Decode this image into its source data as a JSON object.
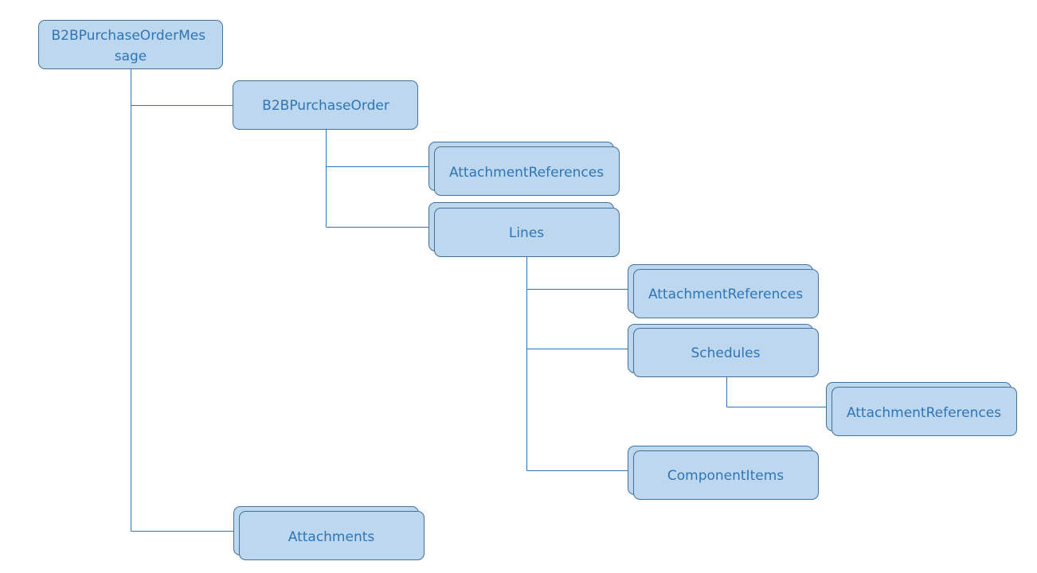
{
  "colors": {
    "box_fill": "#bdd7ee",
    "box_stroke": "#41719c",
    "connector": "#2e75b6",
    "text": "#2e75b6"
  },
  "nodes": {
    "root": {
      "label_lines": [
        "B2BPurchaseOrderMes",
        "sage"
      ],
      "stacked": false
    },
    "purchase_order": {
      "label_lines": [
        "B2BPurchaseOrder"
      ],
      "stacked": false
    },
    "po_attachment_references": {
      "label_lines": [
        "AttachmentReferences"
      ],
      "stacked": true
    },
    "lines": {
      "label_lines": [
        "Lines"
      ],
      "stacked": true
    },
    "line_attachment_references": {
      "label_lines": [
        "AttachmentReferences"
      ],
      "stacked": true
    },
    "schedules": {
      "label_lines": [
        "Schedules"
      ],
      "stacked": true
    },
    "schedule_attachment_references": {
      "label_lines": [
        "AttachmentReferences"
      ],
      "stacked": true
    },
    "component_items": {
      "label_lines": [
        "ComponentItems"
      ],
      "stacked": true
    },
    "attachments": {
      "label_lines": [
        "Attachments"
      ],
      "stacked": true
    }
  }
}
